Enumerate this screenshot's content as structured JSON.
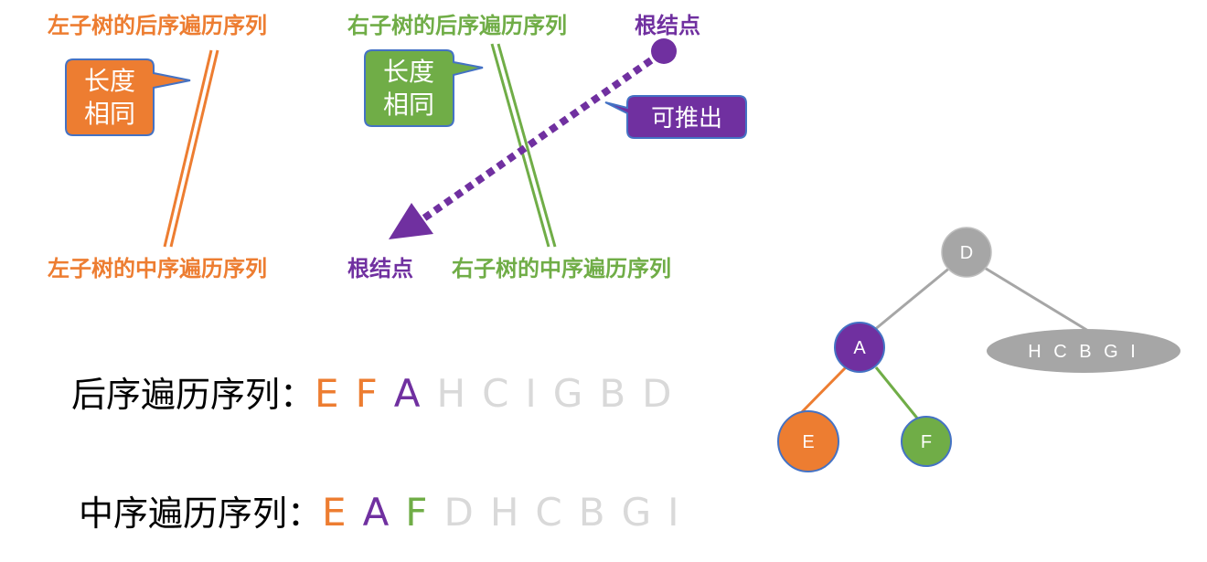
{
  "top_labels": {
    "left_post": "左子树的后序遍历序列",
    "right_post": "右子树的后序遍历序列",
    "root_top": "根结点",
    "left_in": "左子树的中序遍历序列",
    "root_bottom": "根结点",
    "right_in": "右子树的中序遍历序列"
  },
  "callouts": {
    "orange_line1": "长度",
    "orange_line2": "相同",
    "green_line1": "长度",
    "green_line2": "相同",
    "purple": "可推出"
  },
  "postorder": {
    "label": "后序遍历序列：",
    "items": [
      "E",
      "F",
      "A",
      "H",
      "C",
      "I",
      "G",
      "B",
      "D"
    ]
  },
  "inorder": {
    "label": "中序遍历序列：",
    "items": [
      "E",
      "A",
      "F",
      "D",
      "H",
      "C",
      "B",
      "G",
      "I"
    ]
  },
  "tree": {
    "root": "D",
    "left": "A",
    "right": "H C B G I",
    "left_left": "E",
    "left_right": "F"
  },
  "colors": {
    "orange": "#ED7D31",
    "green": "#70AD47",
    "purple": "#7030A0",
    "gray": "#A6A6A6",
    "light": "#D9D9D9"
  }
}
